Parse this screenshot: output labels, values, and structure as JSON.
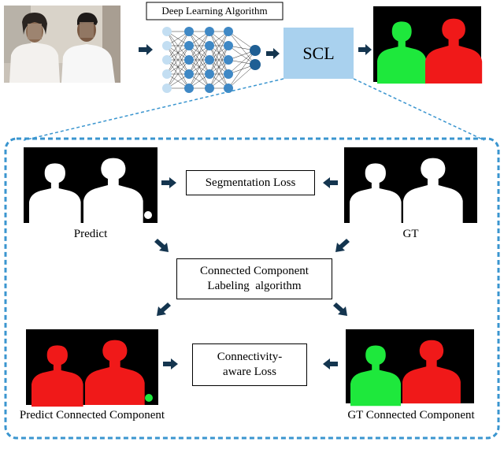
{
  "top_row": {
    "algorithm_label": "Deep Learning Algorithm",
    "scl_label": "SCL",
    "scl_color": "#a9d1ee"
  },
  "detail": {
    "segmentation_loss": "Segmentation Loss",
    "ccl_line1": "Connected Component",
    "ccl_line2": "Labeling  algorithm",
    "connectivity_line1": "Connectivity-",
    "connectivity_line2": "aware Loss",
    "predict_label": "Predict",
    "gt_label": "GT",
    "predict_cc_label": "Predict Connected Component",
    "gt_cc_label": "GT Connected Component"
  },
  "colors": {
    "arrow": "#14354f",
    "dashed_frame": "#3a95cf",
    "component_green": "#1ee83c",
    "component_red": "#f01919",
    "nn_light": "#c3def2",
    "nn_dark": "#1f5f94",
    "nn_mid": "#3f88c5"
  }
}
